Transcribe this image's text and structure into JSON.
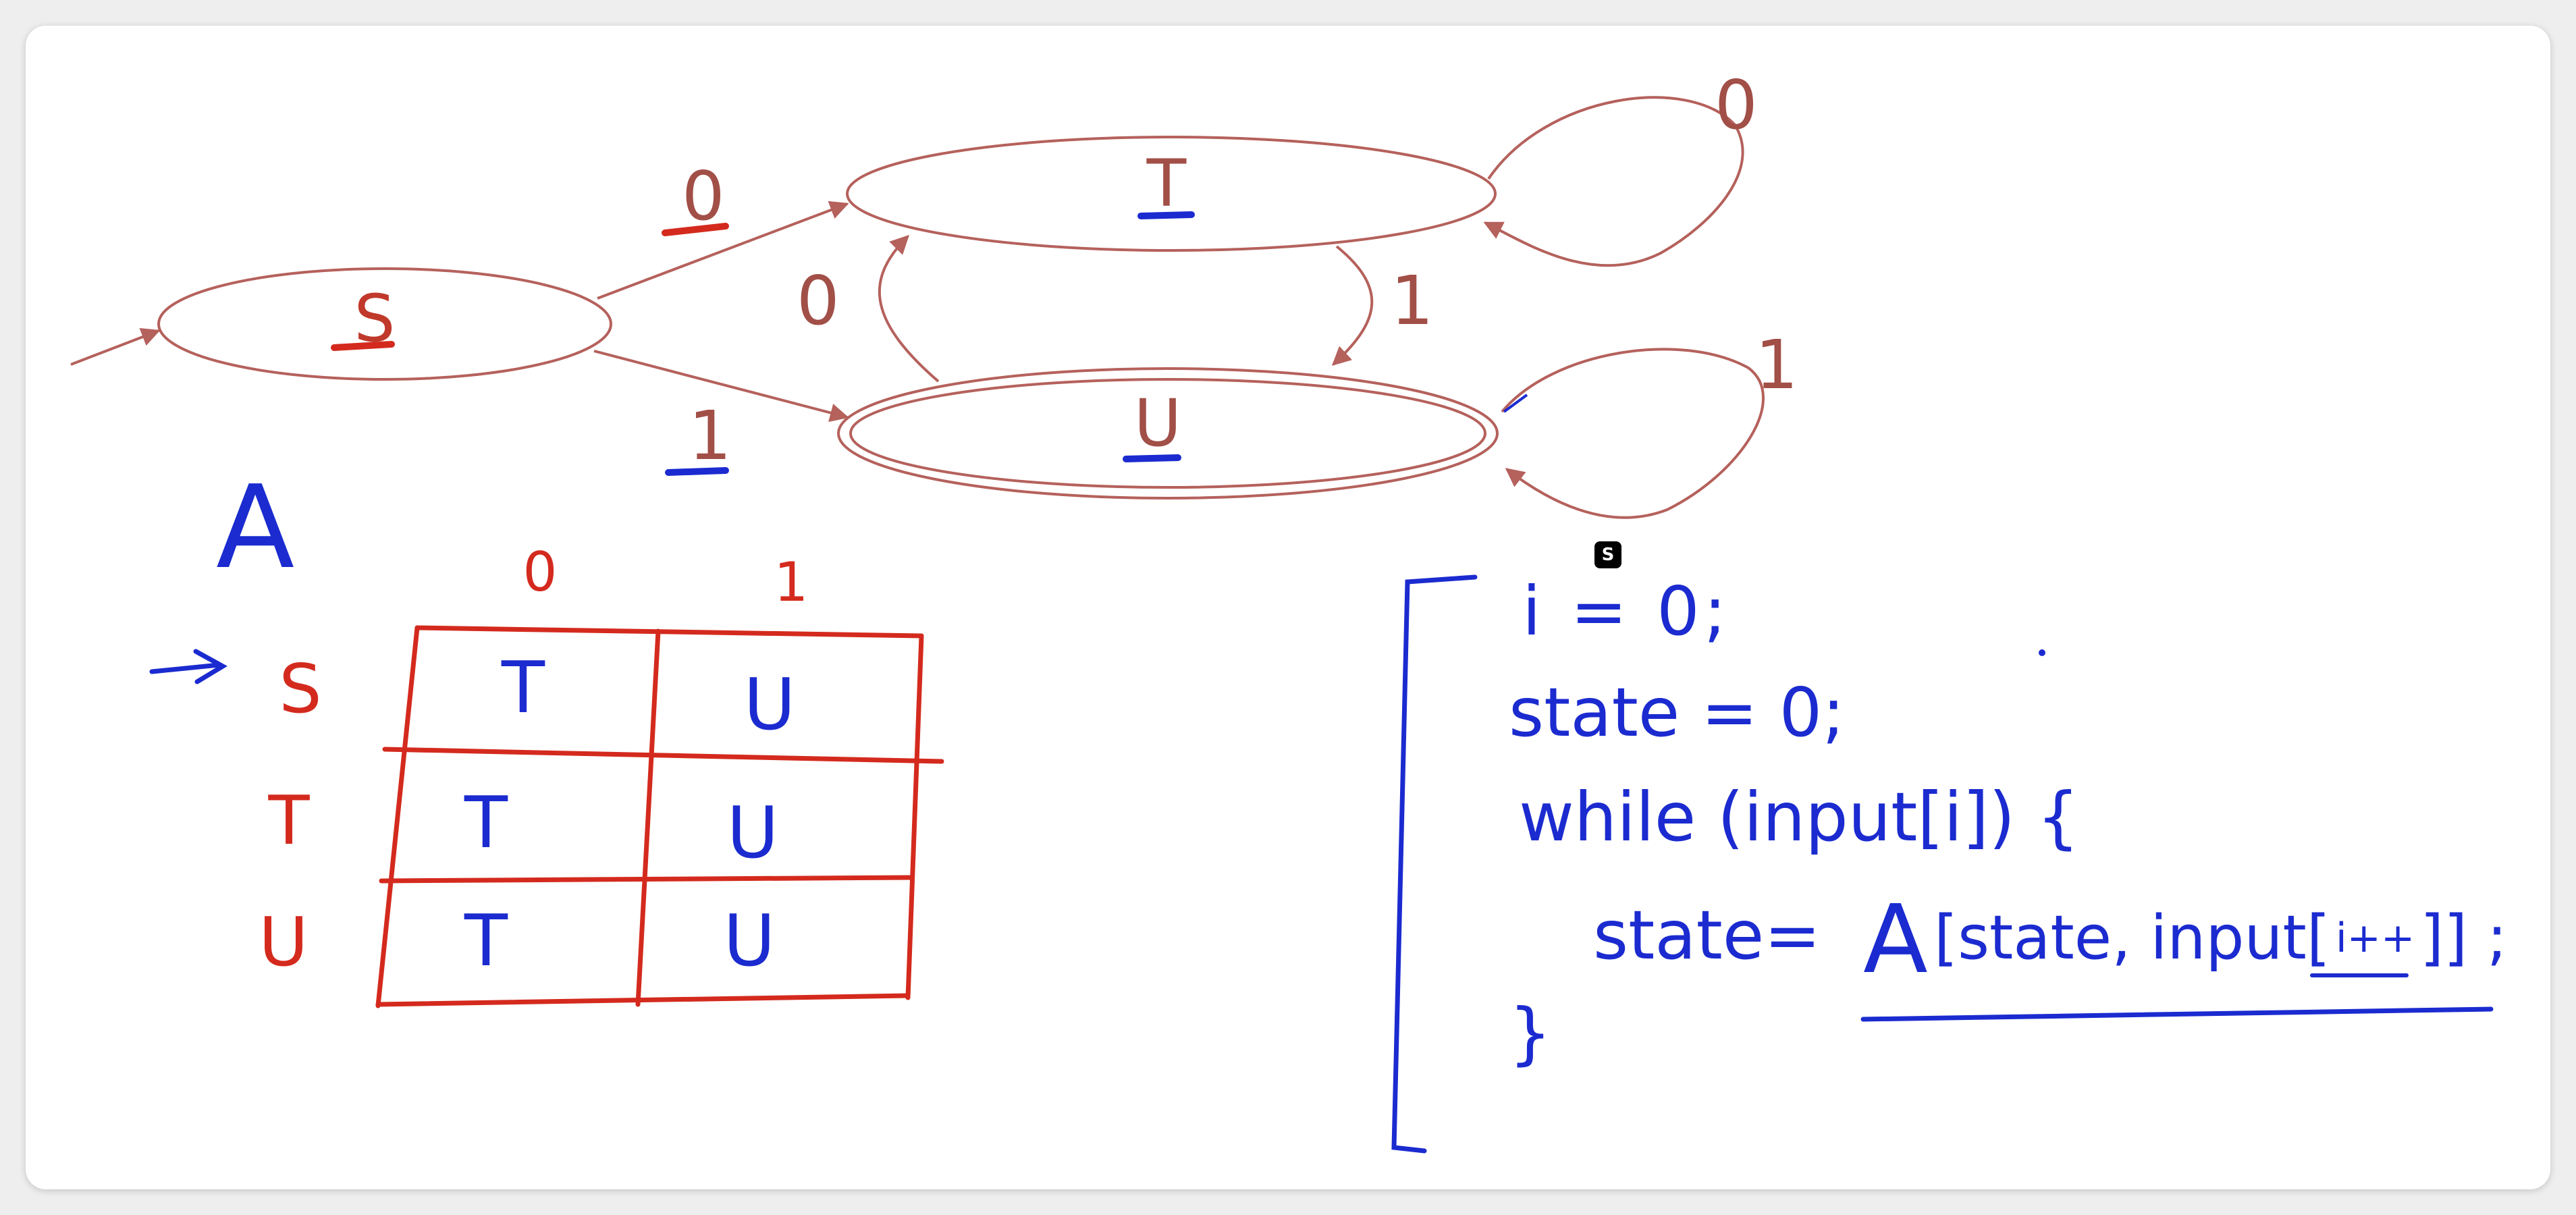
{
  "diagram": {
    "states": {
      "S": "S",
      "T": "T",
      "U": "U"
    },
    "edges": {
      "s_to_t": "0",
      "s_to_u": "1",
      "u_to_t": "0",
      "t_to_u": "1",
      "t_loop": "0",
      "u_loop": "1"
    },
    "table": {
      "name": "A",
      "columns": [
        "0",
        "1"
      ],
      "rows": [
        {
          "state": "S",
          "cells": [
            "T",
            "U"
          ]
        },
        {
          "state": "T",
          "cells": [
            "T",
            "U"
          ]
        },
        {
          "state": "U",
          "cells": [
            "T",
            "U"
          ]
        }
      ]
    },
    "code": {
      "line1": "i = 0;",
      "line2": "state = 0;",
      "line3": "while (input[i]) {",
      "line4_lhs": "state=",
      "line4_A": "A",
      "line4_args": "[state, input[",
      "line4_index": "i++",
      "line4_close": "]] ;",
      "line5": "}"
    },
    "badge": "S",
    "colors": {
      "edge": "#b5615c",
      "red_ink": "#d42a1e",
      "blue_ink": "#1b2bd0",
      "label": "#a14f47"
    }
  }
}
